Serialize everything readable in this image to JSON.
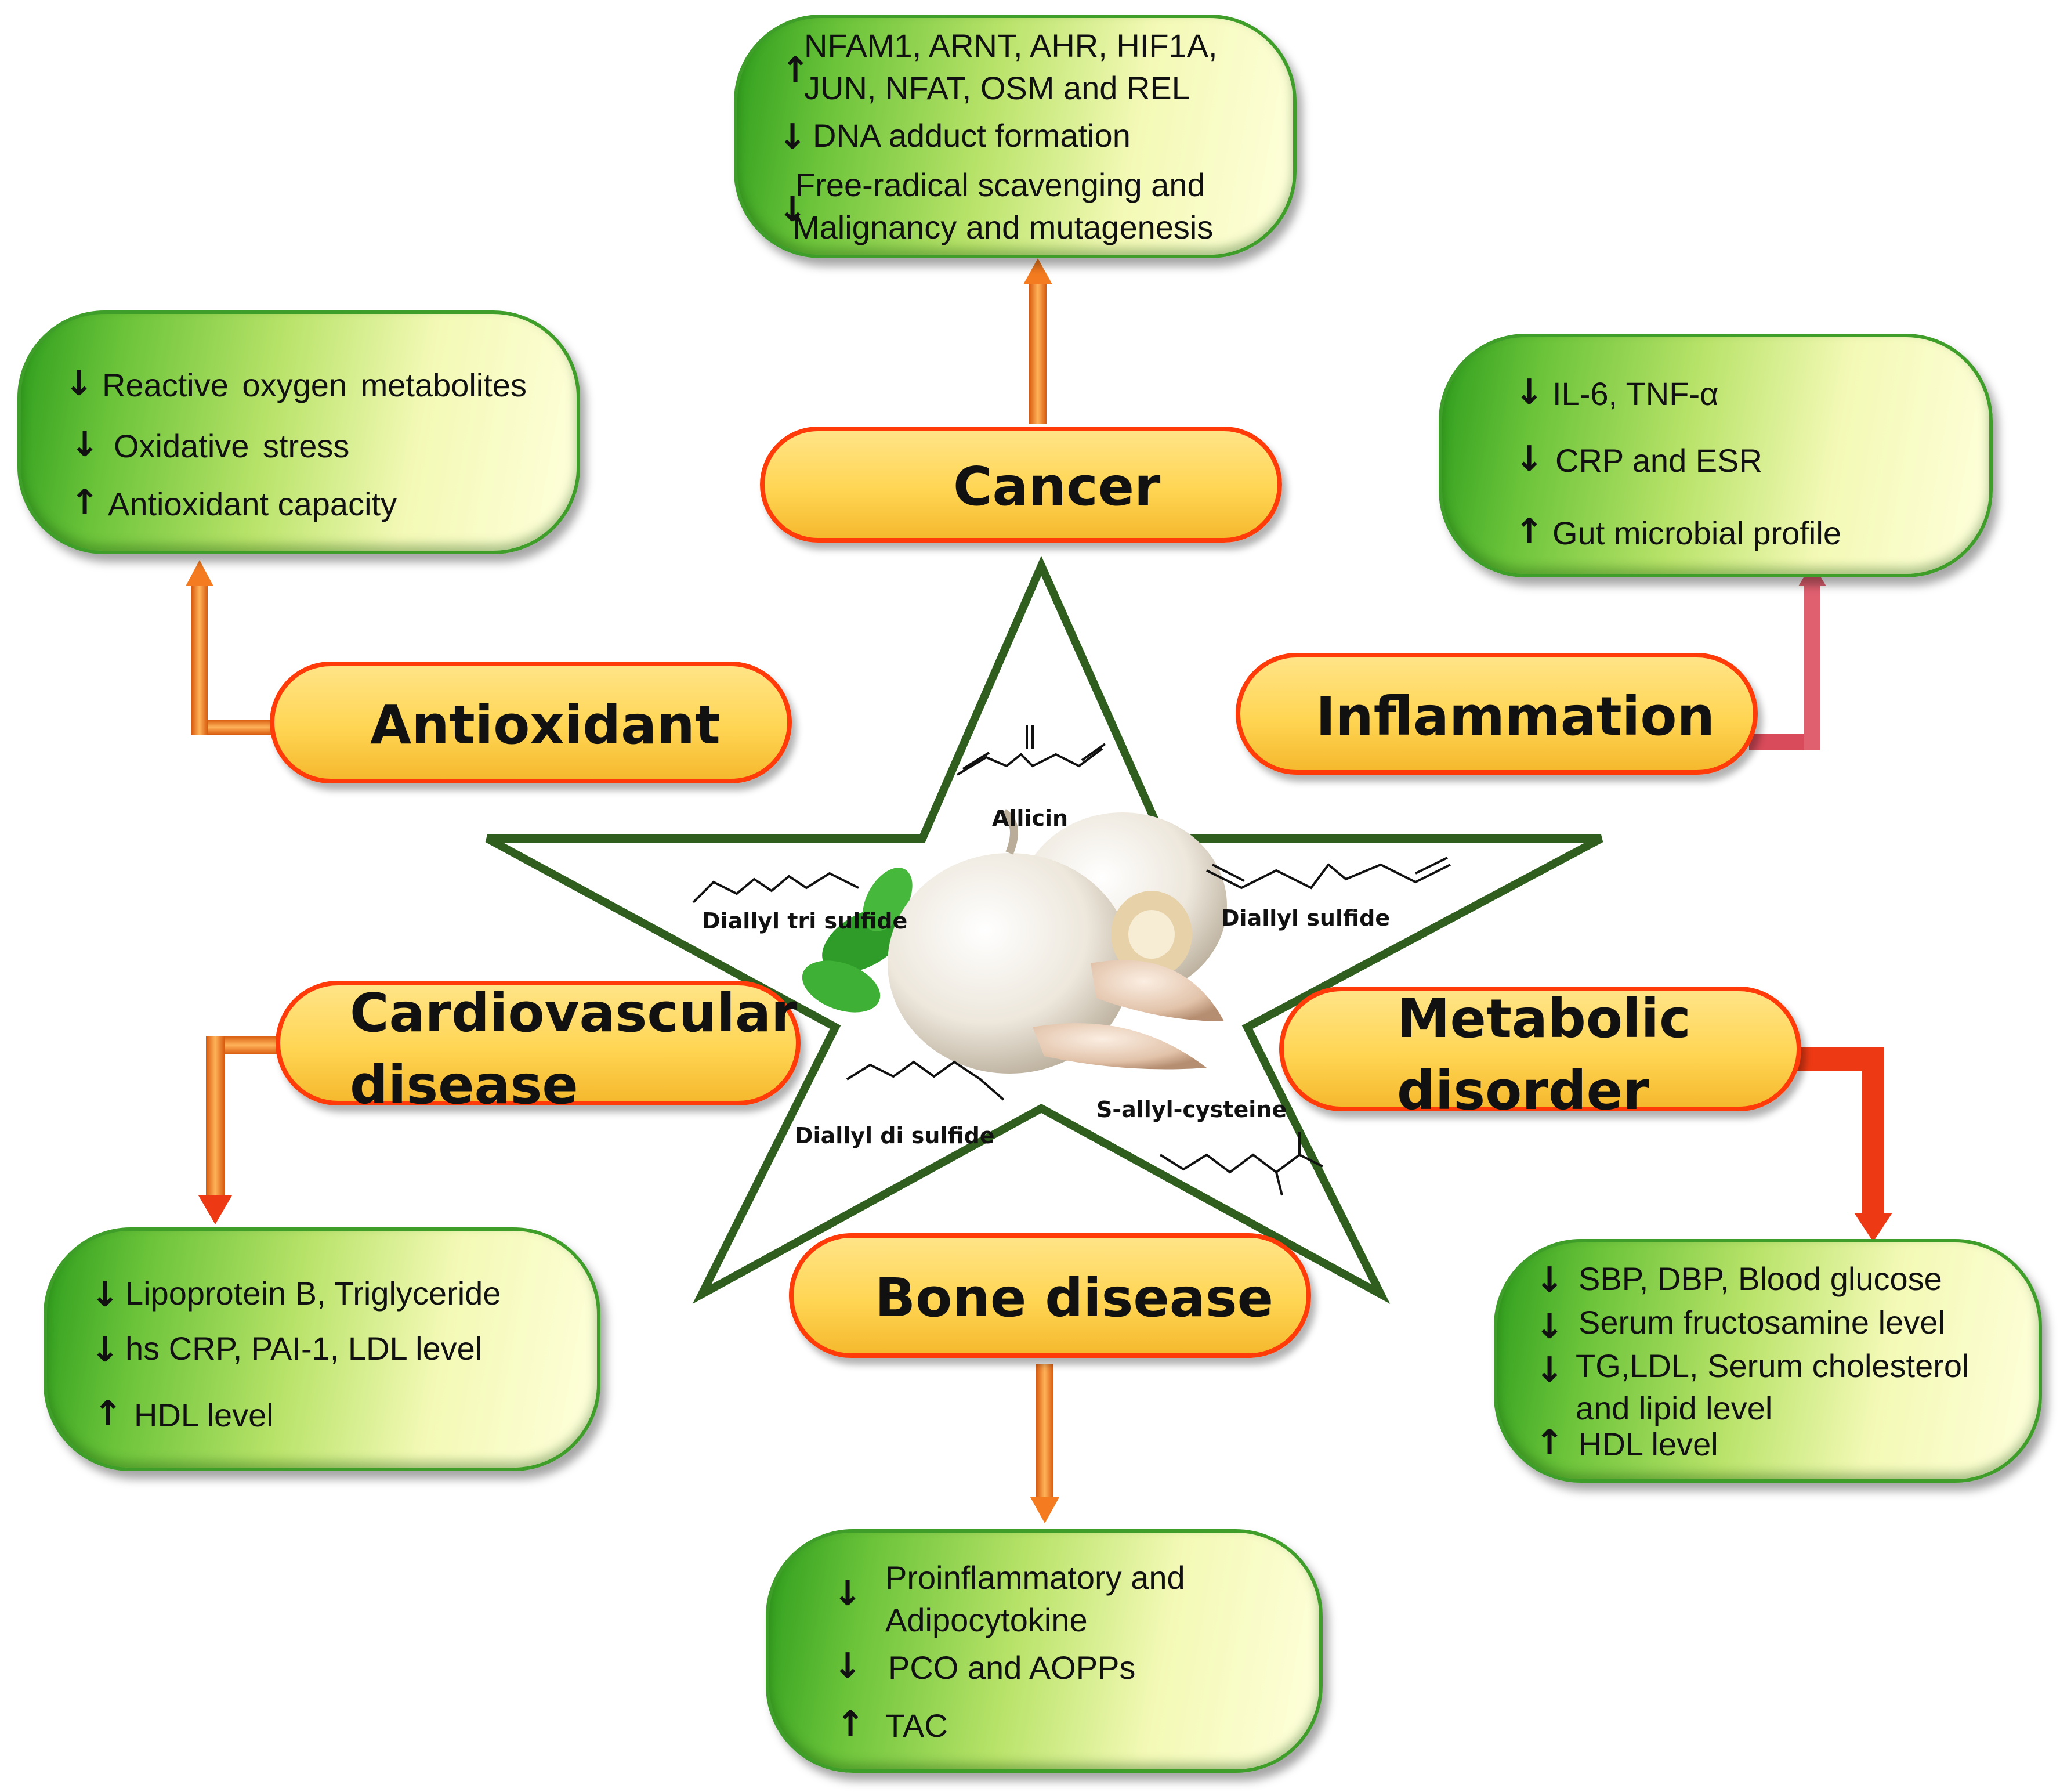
{
  "center": {
    "molecules": [
      "Allicin",
      "Diallyl tri sulfide",
      "Diallyl sulfide",
      "Diallyl di sulfide",
      "S-allyl-cysteine"
    ]
  },
  "categories": {
    "cancer": "Cancer",
    "antioxidant": "Antioxidant",
    "inflammation": "Inflammation",
    "cardiovascular": [
      "Cardiovascular",
      "disease"
    ],
    "metabolic": [
      "Metabolic",
      "disorder"
    ],
    "bone": "Bone disease"
  },
  "effects": {
    "cancer": [
      {
        "dir": "up",
        "lines": [
          "NFAM1, ARNT, AHR, HIF1A,",
          "JUN, NFAT, OSM and REL"
        ]
      },
      {
        "dir": "down",
        "lines": [
          "DNA adduct formation"
        ]
      },
      {
        "dir": "down",
        "lines": [
          "Free-radical scavenging and",
          "Malignancy and mutagenesis"
        ]
      }
    ],
    "antioxidant": [
      {
        "dir": "down",
        "lines": [
          "Reactive oxygen metabolites"
        ]
      },
      {
        "dir": "down",
        "lines": [
          "Oxidative stress"
        ]
      },
      {
        "dir": "up",
        "lines": [
          "Antioxidant capacity"
        ]
      }
    ],
    "inflammation": [
      {
        "dir": "down",
        "lines": [
          "IL-6, TNF-α"
        ]
      },
      {
        "dir": "down",
        "lines": [
          "CRP and ESR"
        ]
      },
      {
        "dir": "up",
        "lines": [
          "Gut microbial profile"
        ]
      }
    ],
    "cardiovascular": [
      {
        "dir": "down",
        "lines": [
          "Lipoprotein B, Triglyceride"
        ]
      },
      {
        "dir": "down",
        "lines": [
          "hs CRP, PAI-1, LDL level"
        ]
      },
      {
        "dir": "up",
        "lines": [
          "HDL level"
        ]
      }
    ],
    "metabolic": [
      {
        "dir": "down",
        "lines": [
          "SBP, DBP, Blood glucose"
        ]
      },
      {
        "dir": "down",
        "lines": [
          "Serum fructosamine level"
        ]
      },
      {
        "dir": "down",
        "lines": [
          "TG,LDL, Serum cholesterol",
          "and lipid level"
        ]
      },
      {
        "dir": "up",
        "lines": [
          "HDL level"
        ]
      }
    ],
    "bone": [
      {
        "dir": "down",
        "lines": [
          "Proinflammatory and",
          "Adipocytokine"
        ]
      },
      {
        "dir": "down",
        "lines": [
          "PCO and AOPPs"
        ]
      },
      {
        "dir": "up",
        "lines": [
          "TAC"
        ]
      }
    ]
  },
  "colors": {
    "star_border": "#2f5e1f",
    "pill_border": "#ff3b0a",
    "connector_orange": "#f47b20",
    "connector_red": "#ee3a14",
    "box_border": "#3f9e29"
  }
}
